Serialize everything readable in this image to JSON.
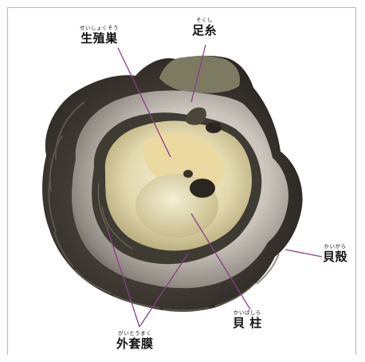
{
  "diagram": {
    "labels": [
      {
        "id": "gonad",
        "ruby": "せいしょくそう",
        "text": "生殖巣"
      },
      {
        "id": "byssus",
        "ruby": "そくし",
        "text": "足糸"
      },
      {
        "id": "shell",
        "ruby": "かいがら",
        "text": "貝殻"
      },
      {
        "id": "adductor",
        "ruby": "かいばしら",
        "text": "貝 柱"
      },
      {
        "id": "mantle",
        "ruby": "がいとうまく",
        "text": "外套膜"
      }
    ],
    "colors": {
      "leader_line": "#8a3f86",
      "shell_outer": "#3f3a33",
      "nacre": "#d7d3cc",
      "flesh": "#e7dfb9"
    }
  }
}
